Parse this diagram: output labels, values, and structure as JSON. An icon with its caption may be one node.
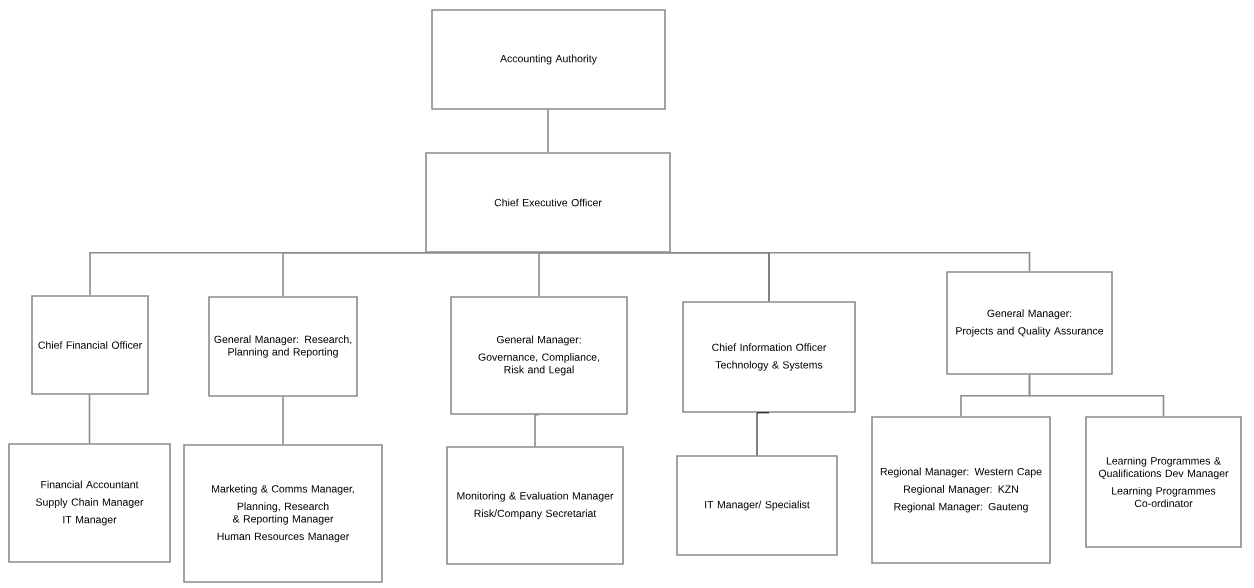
{
  "diagram": {
    "nodes": [
      {
        "text": [
          "Accounting Authority"
        ]
      },
      {
        "text": [
          "Chief Executive Officer"
        ]
      },
      {
        "text": [
          "Chief Financial Officer"
        ]
      },
      {
        "text": [
          "General Manager: Research, Planning and Reporting"
        ]
      },
      {
        "text": [
          "General Manager:",
          "Governance, Compliance, Risk and Legal"
        ]
      },
      {
        "text": [
          "Chief Information Officer",
          "Technology & Systems"
        ]
      },
      {
        "text": [
          "General Manager:",
          "Projects and Quality Assurance"
        ]
      },
      {
        "text": [
          "Financial Accountant",
          "Supply Chain Manager",
          "IT Manager"
        ]
      },
      {
        "text": [
          "Marketing & Comms Manager,",
          "Planning, Research & Reporting Manager",
          "Human Resources Manager"
        ]
      },
      {
        "text": [
          "Monitoring & Evaluation Manager",
          "Risk/Company Secretariat"
        ]
      },
      {
        "text": [
          "IT Manager/ Specialist"
        ]
      },
      {
        "text": [
          "Regional Manager: Western Cape",
          "Regional Manager: KZN",
          "Regional Manager: Gauteng"
        ]
      },
      {
        "text": [
          "Learning Programmes & Qualifications Dev Manager",
          "Learning Programmes Co-ordinator"
        ]
      }
    ],
    "edges": [
      {
        "from": 0,
        "to": 1,
        "arrow": "none"
      },
      {
        "from": 1,
        "to": 2,
        "arrow": "none"
      },
      {
        "from": 1,
        "to": 3,
        "arrow": "none"
      },
      {
        "from": 1,
        "to": 4,
        "arrow": "none"
      },
      {
        "from": 1,
        "to": 5,
        "arrow": "none",
        "color": "#000000"
      },
      {
        "from": 1,
        "to": 6,
        "arrow": "none"
      },
      {
        "from": 2,
        "to": 7,
        "arrow": "none"
      },
      {
        "from": 3,
        "to": 8,
        "arrow": "none"
      },
      {
        "from": 4,
        "to": 9,
        "arrow": "none"
      },
      {
        "from": 5,
        "to": 10,
        "arrow": "none",
        "color": "#000000"
      },
      {
        "from": 6,
        "to": 11,
        "arrow": "none"
      },
      {
        "from": 6,
        "to": 12,
        "arrow": "none"
      }
    ]
  }
}
